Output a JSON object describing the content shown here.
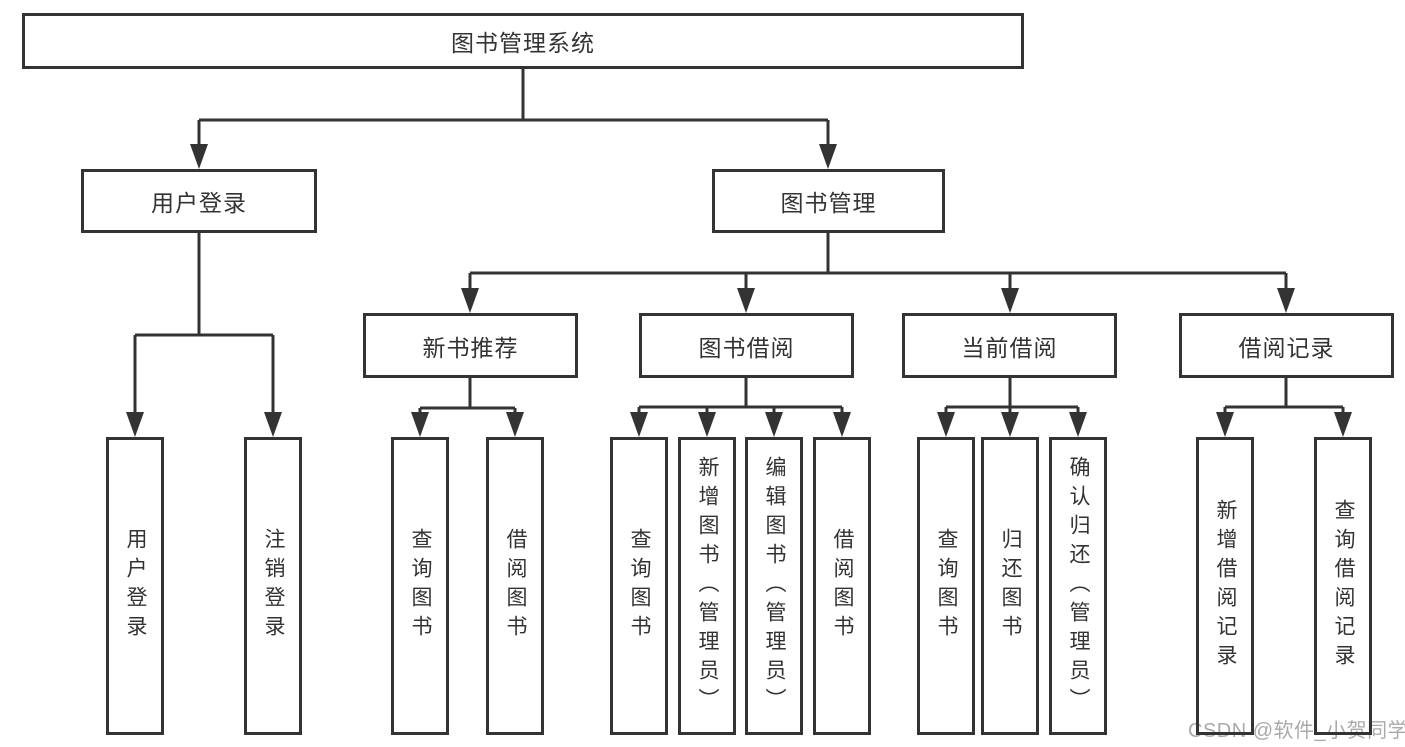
{
  "diagram": {
    "root": {
      "label": "图书管理系统"
    },
    "level2": [
      {
        "label": "用户登录"
      },
      {
        "label": "图书管理"
      }
    ],
    "level3": [
      {
        "label": "新书推荐"
      },
      {
        "label": "图书借阅"
      },
      {
        "label": "当前借阅"
      },
      {
        "label": "借阅记录"
      }
    ],
    "leaves": {
      "user_login": [
        {
          "label": "用户登录"
        },
        {
          "label": "注销登录"
        }
      ],
      "new_book": [
        {
          "label": "查询图书"
        },
        {
          "label": "借阅图书"
        }
      ],
      "book_borrow": [
        {
          "label": "查询图书"
        },
        {
          "label": "新增图书（管理员）"
        },
        {
          "label": "编辑图书（管理员）"
        },
        {
          "label": "借阅图书"
        }
      ],
      "current_borrow": [
        {
          "label": "查询图书"
        },
        {
          "label": "归还图书"
        },
        {
          "label": "确认归还（管理员）"
        }
      ],
      "borrow_record": [
        {
          "label": "新增借阅记录"
        },
        {
          "label": "查询借阅记录"
        }
      ]
    }
  },
  "watermark": {
    "text": "CSDN @软件_小贺同学"
  },
  "colors": {
    "line": "#333333",
    "text": "#333333",
    "background": "#ffffff",
    "watermark": "#aaaaaa"
  }
}
